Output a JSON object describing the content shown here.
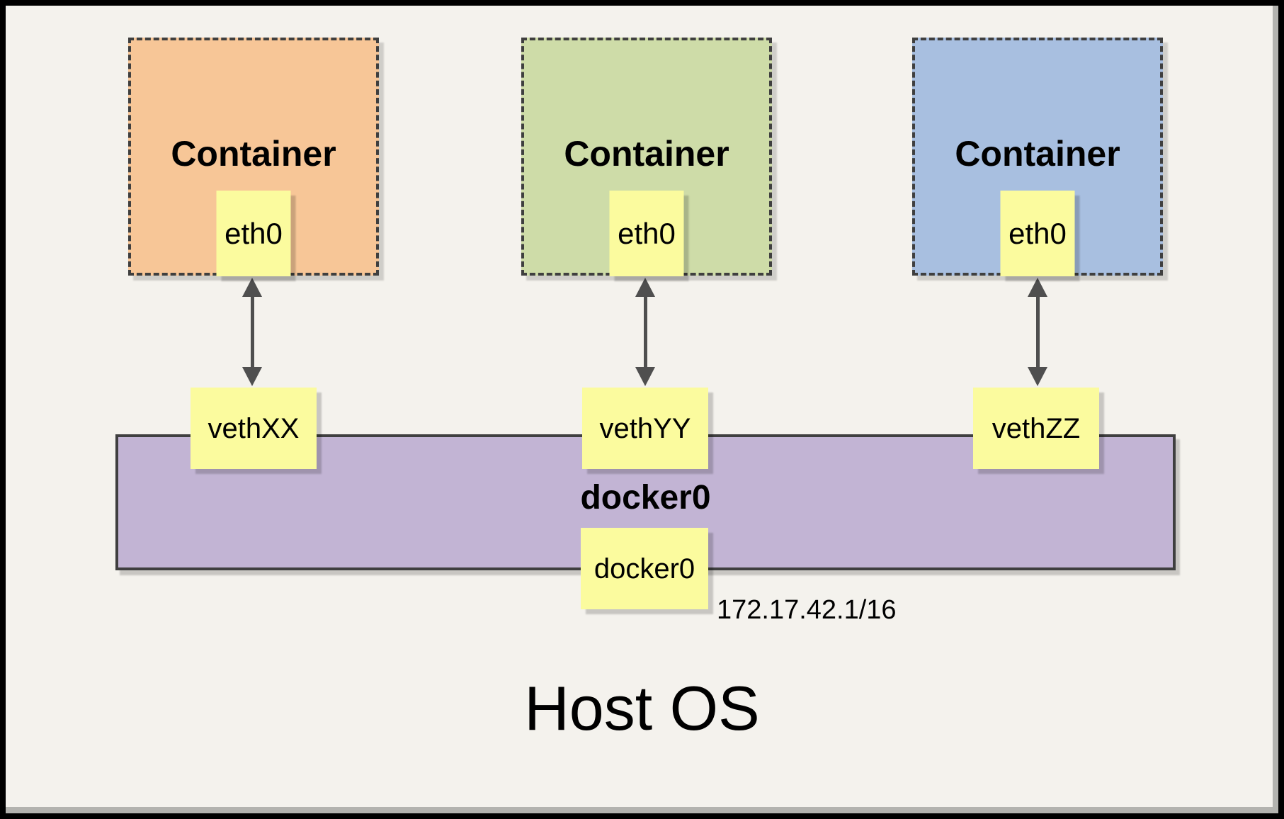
{
  "diagram": {
    "host_label": "Host OS",
    "bridge": {
      "name": "docker0",
      "interface": "docker0",
      "ip": "172.17.42.1/16"
    },
    "containers": [
      {
        "label": "Container",
        "interface": "eth0",
        "veth": "vethXX",
        "fill": "#F7C697"
      },
      {
        "label": "Container",
        "interface": "eth0",
        "veth": "vethYY",
        "fill": "#CEDCA8"
      },
      {
        "label": "Container",
        "interface": "eth0",
        "veth": "vethZZ",
        "fill": "#A8BFE0"
      }
    ],
    "colors": {
      "background": "#F4F2ED",
      "interface_fill": "#FBFB9E",
      "bridge_fill": "#C2B4D4",
      "border": "#3F3F3F",
      "arrow": "#4F4F4F",
      "frame": "#000000"
    }
  }
}
